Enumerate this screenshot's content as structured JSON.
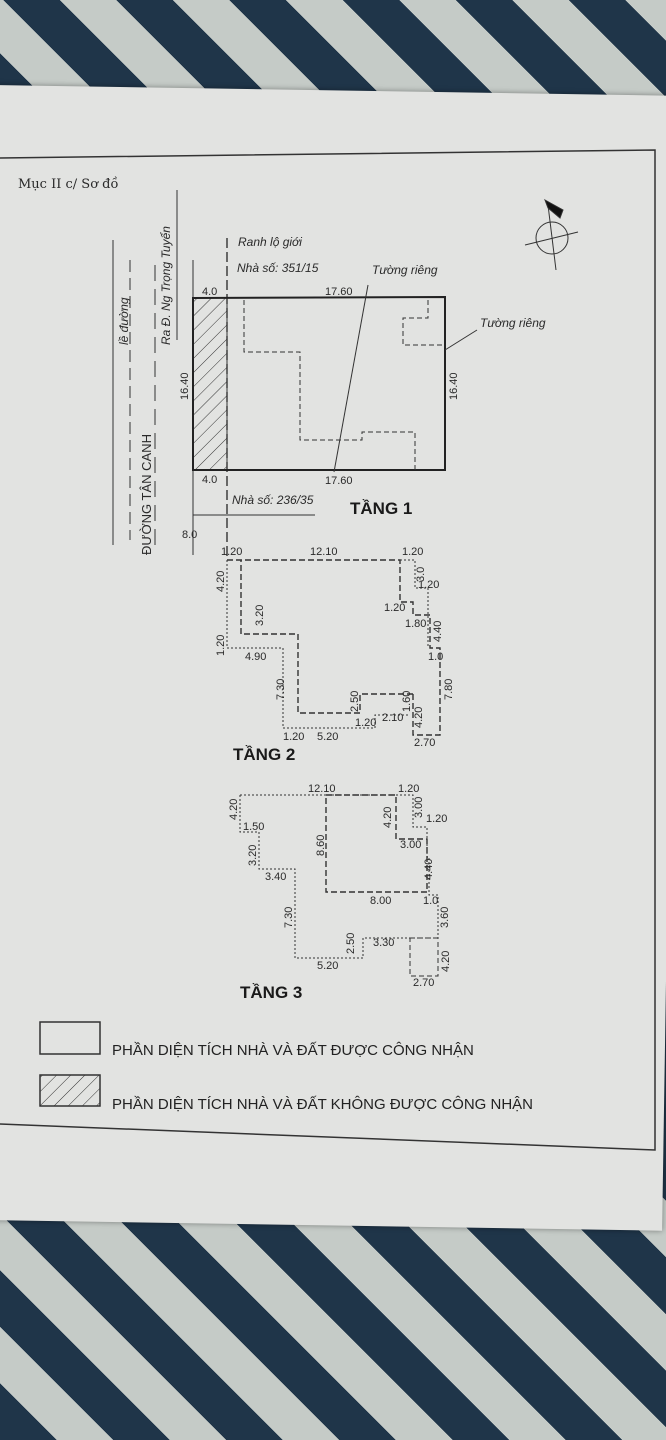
{
  "section_title": "Mục II c/ Sơ đồ",
  "roads": {
    "sidewalk": "lề đường",
    "street": "ĐƯỜNG TÂN CANH",
    "to_street": "Ra Đ. Ng Trọng Tuyển"
  },
  "floor1": {
    "boundary_label": "Ranh lộ giới",
    "house_top": "Nhà số: 351/15",
    "house_bottom": "Nhà số: 236/35",
    "private_wall_1": "Tường riêng",
    "private_wall_2": "Tường riêng",
    "dims": {
      "top_left": "4.0",
      "top": "17.60",
      "left": "16.40",
      "right": "16.40",
      "bottom_left": "4.0",
      "bottom": "17.60",
      "setback": "8.0"
    },
    "title": "TẦNG 1"
  },
  "floor2": {
    "dims": [
      "1.20",
      "12.10",
      "1.20",
      "4.20",
      "3.0",
      "1.20",
      "3.20",
      "1.20",
      "1.80",
      "4.40",
      "1.20",
      "4.90",
      "1.0",
      "7.30",
      "7.80",
      "2.50",
      "1.60",
      "2.10",
      "1.20",
      "4.20",
      "1.20",
      "5.20",
      "2.70"
    ],
    "title": "TẦNG 2"
  },
  "floor3": {
    "dims": [
      "12.10",
      "1.20",
      "4.20",
      "3.00",
      "1.20",
      "1.50",
      "8.60",
      "4.20",
      "3.00",
      "3.20",
      "3.40",
      "4.40",
      "8.00",
      "1.0",
      "7.30",
      "3.60",
      "2.50",
      "3.30",
      "4.20",
      "5.20",
      "2.70"
    ],
    "title": "TẦNG 3"
  },
  "legend": [
    {
      "label": "PHẦN DIỆN TÍCH NHÀ VÀ ĐẤT ĐƯỢC CÔNG NHẬN"
    },
    {
      "label": "PHẦN DIỆN TÍCH NHÀ VÀ ĐẤT KHÔNG ĐƯỢC CÔNG NHẬN"
    }
  ],
  "colors": {
    "paper": "#e2e3e1",
    "ink": "#2a2a2a",
    "tile_dark": "#20364a"
  }
}
